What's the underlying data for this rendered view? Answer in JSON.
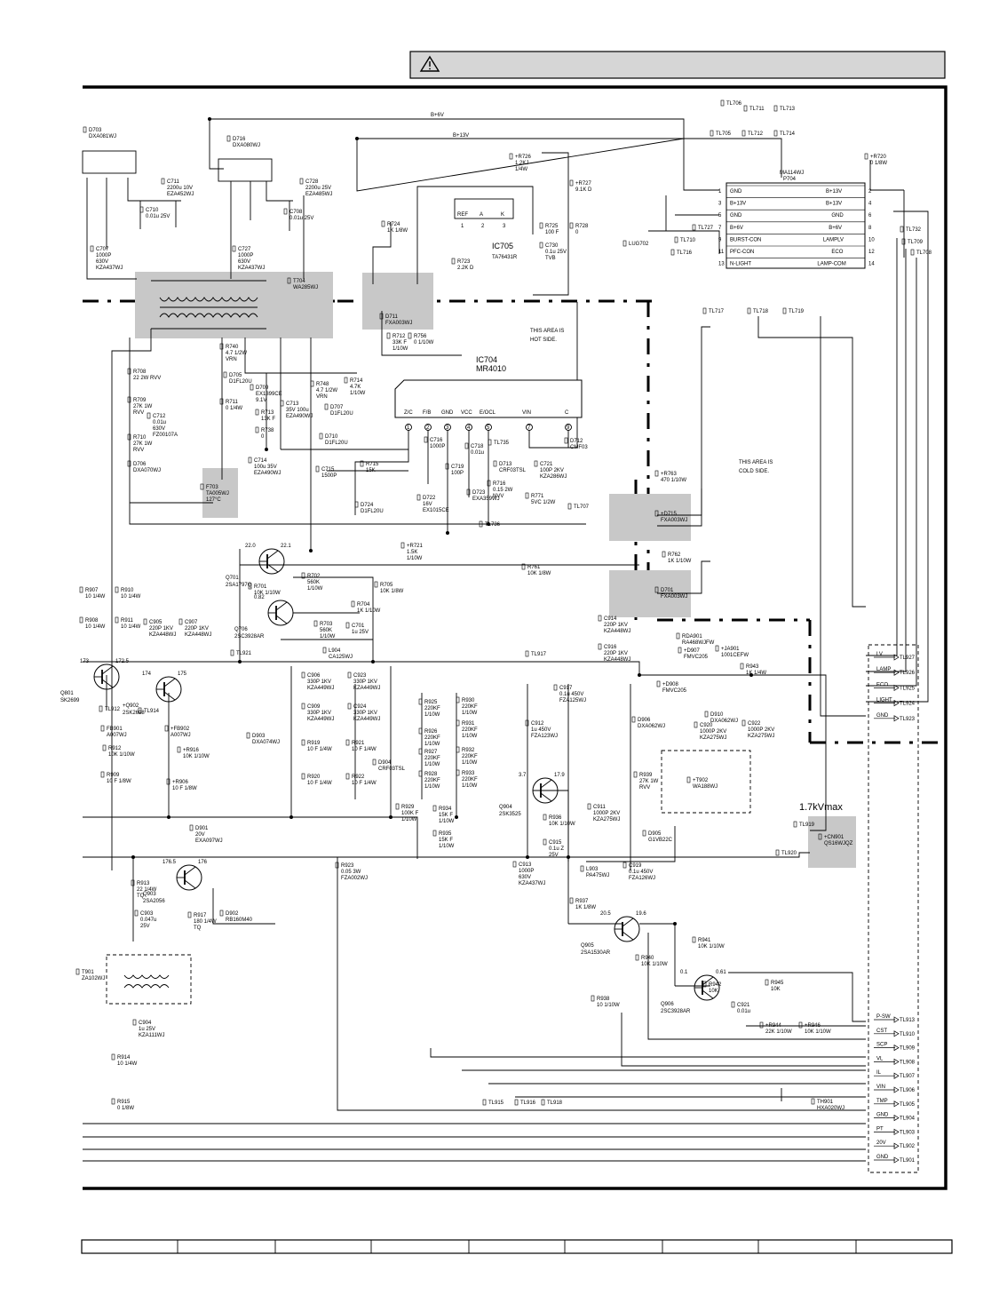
{
  "warning": {
    "icon": "warning-triangle-icon",
    "text": ""
  },
  "net_labels": [
    {
      "id": "b6v",
      "text": "B+6V"
    },
    {
      "id": "b13v",
      "text": "B+13V"
    }
  ],
  "ics": [
    {
      "id": "ic704",
      "ref": "IC704",
      "part": "MR4010",
      "pins": [
        {
          "n": "1",
          "name": "Z/C"
        },
        {
          "n": "2",
          "name": "F/B"
        },
        {
          "n": "3",
          "name": "GND"
        },
        {
          "n": "4",
          "name": "VCC"
        },
        {
          "n": "5",
          "name": "E/OCL"
        },
        {
          "n": "7",
          "name": "VIN"
        },
        {
          "n": "9",
          "name": "C"
        }
      ]
    },
    {
      "id": "ic705",
      "ref": "IC705",
      "part": "TA76431R",
      "pins": [
        {
          "n": "1",
          "name": "REF"
        },
        {
          "n": "2",
          "name": "A"
        },
        {
          "n": "3",
          "name": "K"
        }
      ]
    }
  ],
  "connector_p704": {
    "ref": "MA114WJ",
    "sub": "P704",
    "rows": [
      {
        "l": "1",
        "ln": "GND",
        "rn": "B+13V",
        "r": "2"
      },
      {
        "l": "3",
        "ln": "B+13V",
        "rn": "B+13V",
        "r": "4"
      },
      {
        "l": "5",
        "ln": "GND",
        "rn": "GND",
        "r": "6"
      },
      {
        "l": "7",
        "ln": "B+6V",
        "rn": "B+6V",
        "r": "8"
      },
      {
        "l": "9",
        "ln": "BURST-CON",
        "rn": "LAMPLV",
        "r": "10"
      },
      {
        "l": "11",
        "ln": "PFC-CON",
        "rn": "ECO",
        "r": "12"
      },
      {
        "l": "13",
        "ln": "N-LIGHT",
        "rn": "LAMP-COM",
        "r": "14"
      }
    ]
  },
  "area_notes": [
    {
      "id": "hot",
      "lines": [
        "THIS AREA IS",
        "HOT SIDE."
      ]
    },
    {
      "id": "cold",
      "lines": [
        "THIS AREA IS",
        "COLD SIDE."
      ]
    }
  ],
  "voltage_note": "1.7kVmax",
  "right_terminals_top": [
    {
      "sig": "LV",
      "tl": "TL927"
    },
    {
      "sig": "LAMP",
      "tl": "TL926"
    },
    {
      "sig": "ECO",
      "tl": "TL925"
    },
    {
      "sig": "LIGHT",
      "tl": "TL924"
    },
    {
      "sig": "GND",
      "tl": "TL923"
    }
  ],
  "right_terminals_bottom": [
    {
      "sig": "P-SW",
      "tl": "TL913"
    },
    {
      "sig": "CST",
      "tl": "TL910"
    },
    {
      "sig": "SCP",
      "tl": "TL909"
    },
    {
      "sig": "VL",
      "tl": "TL908"
    },
    {
      "sig": "IL",
      "tl": "TL907"
    },
    {
      "sig": "VIN",
      "tl": "TL906"
    },
    {
      "sig": "TMP",
      "tl": "TL905"
    },
    {
      "sig": "GND",
      "tl": "TL904"
    },
    {
      "sig": "PT",
      "tl": "TL903"
    },
    {
      "sig": "20V",
      "tl": "TL902"
    },
    {
      "sig": "GND",
      "tl": "TL901"
    }
  ],
  "transistors": [
    {
      "id": "q701",
      "ref": "Q701",
      "part": "2SA1797Q",
      "v1": "22.0",
      "v2": "22.1"
    },
    {
      "id": "q706",
      "ref": "Q706",
      "part": "2SC3928AR",
      "v1": "0.82"
    },
    {
      "id": "q801",
      "ref": "Q801",
      "part": "SK2699",
      "v1": "173",
      "v2": "172.5"
    },
    {
      "id": "q902",
      "ref": "+Q902",
      "part": "2SK2698",
      "v1": "174",
      "v2": "175"
    },
    {
      "id": "q903",
      "ref": "Q903",
      "part": "2SA2056",
      "v1": "176.5",
      "v2": "176"
    },
    {
      "id": "q904",
      "ref": "Q904",
      "part": "2SK3525",
      "v1": "3.7",
      "v2": "17.9"
    },
    {
      "id": "q905",
      "ref": "Q905",
      "part": "2SA1530AR",
      "v1": "20.5",
      "v2": "19.6"
    },
    {
      "id": "q906",
      "ref": "Q906",
      "part": "2SC3928AR",
      "v1": "0.1",
      "v2": "0.61"
    }
  ],
  "components": [
    {
      "id": "d703",
      "t": "D703",
      "v": "DXA081WJ"
    },
    {
      "id": "d716",
      "t": "D716",
      "v": "DXA080WJ"
    },
    {
      "id": "c711",
      "t": "C711",
      "v": "2200u 10V EZA452WJ"
    },
    {
      "id": "c710",
      "t": "C710",
      "v": "0.01u 25V"
    },
    {
      "id": "c707",
      "t": "C707",
      "v": "1000P 630V KZA437WJ"
    },
    {
      "id": "c727",
      "t": "C727",
      "v": "1000P 630V KZA437WJ"
    },
    {
      "id": "c728",
      "t": "C728",
      "v": "2200u 25V EZA485WJ"
    },
    {
      "id": "c708",
      "t": "C708",
      "v": "0.01u 25V"
    },
    {
      "id": "t704",
      "t": "T704",
      "v": "WA285WJ"
    },
    {
      "id": "r724",
      "t": "R724",
      "v": "1K 1/8W"
    },
    {
      "id": "r726",
      "t": "+R726",
      "v": "1.2KJ 1/4W"
    },
    {
      "id": "r727",
      "t": "+R727",
      "v": "9.1K D"
    },
    {
      "id": "r728",
      "t": "R728",
      "v": "0"
    },
    {
      "id": "r725",
      "t": "R725",
      "v": "100 F"
    },
    {
      "id": "c730",
      "t": "C730",
      "v": "0.1u 25V TVB"
    },
    {
      "id": "r723",
      "t": "R723",
      "v": "2.2K D"
    },
    {
      "id": "d711",
      "t": "D711",
      "v": "FXA003WJ"
    },
    {
      "id": "r712",
      "t": "R712",
      "v": "33K F 1/10W"
    },
    {
      "id": "r756",
      "t": "R756",
      "v": "0 1/10W"
    },
    {
      "id": "r720",
      "t": "+R720",
      "v": "0 1/8W"
    },
    {
      "id": "r740",
      "t": "R740",
      "v": "4.7 1/2W VRN"
    },
    {
      "id": "r708",
      "t": "R708",
      "v": "22 2W RVV"
    },
    {
      "id": "r709",
      "t": "R709",
      "v": "27K 1W RVV"
    },
    {
      "id": "c712",
      "t": "C712",
      "v": "0.01u 630V FZ00107A"
    },
    {
      "id": "r710",
      "t": "R710",
      "v": "27K 1W RVV"
    },
    {
      "id": "d706",
      "t": "D706",
      "v": "DXA070WJ"
    },
    {
      "id": "d705",
      "t": "D705",
      "v": "D1FL20U"
    },
    {
      "id": "r711",
      "t": "R711",
      "v": "0 1/4W"
    },
    {
      "id": "d709",
      "t": "D709",
      "v": "EX1399CE 9.1V"
    },
    {
      "id": "r713",
      "t": "R713",
      "v": "13K F"
    },
    {
      "id": "c713",
      "t": "C713",
      "v": "35V 100u EZA490WJ"
    },
    {
      "id": "r738",
      "t": "R738",
      "v": "0"
    },
    {
      "id": "r748",
      "t": "R748",
      "v": "4.7 1/2W VRN"
    },
    {
      "id": "r714",
      "t": "R714",
      "v": "4.7K 1/10W"
    },
    {
      "id": "d707",
      "t": "D707",
      "v": "D1FL20U"
    },
    {
      "id": "d710",
      "t": "D710",
      "v": "D1FL20U"
    },
    {
      "id": "c714",
      "t": "C714",
      "v": "100u 35V EZA490WJ"
    },
    {
      "id": "f703",
      "t": "F703",
      "v": "TA005WJ 127°C"
    },
    {
      "id": "c715",
      "t": "C715",
      "v": "1500P"
    },
    {
      "id": "r715",
      "t": "R715",
      "v": "15K"
    },
    {
      "id": "c716",
      "t": "C716",
      "v": "1000P"
    },
    {
      "id": "c719",
      "t": "C719",
      "v": "100P"
    },
    {
      "id": "c718",
      "t": "C718",
      "v": "0.01u"
    },
    {
      "id": "tl735",
      "t": "TL735",
      "v": ""
    },
    {
      "id": "d713",
      "t": "D713",
      "v": "CRF03TSL"
    },
    {
      "id": "r716",
      "t": "R716",
      "v": "0.15 2W NVV"
    },
    {
      "id": "c721",
      "t": "C721",
      "v": "100P 2KV KZA286WJ"
    },
    {
      "id": "d712",
      "t": "D712",
      "v": "CMF03"
    },
    {
      "id": "r771",
      "t": "R771",
      "v": "5VC 1/2W"
    },
    {
      "id": "d724",
      "t": "D724",
      "v": "D1FL20U"
    },
    {
      "id": "d722",
      "t": "D722",
      "v": "16V EX1015CE"
    },
    {
      "id": "d723",
      "t": "D723",
      "v": "EXA359WJ"
    },
    {
      "id": "r721",
      "t": "+R721",
      "v": "1.5K 1/10W"
    },
    {
      "id": "r761",
      "t": "R761",
      "v": "10K 1/8W"
    },
    {
      "id": "r763",
      "t": "+R763",
      "v": "470 1/10W"
    },
    {
      "id": "d715",
      "t": "+D715",
      "v": "FXA003WJ"
    },
    {
      "id": "r762",
      "t": "R762",
      "v": "1K 1/10W"
    },
    {
      "id": "d701",
      "t": "D701",
      "v": "FXA003WJ"
    },
    {
      "id": "r702",
      "t": "R702",
      "v": "560K 1/10W"
    },
    {
      "id": "r701",
      "t": "R701",
      "v": "10K 1/10W"
    },
    {
      "id": "r705",
      "t": "R705",
      "v": "10K 1/8W"
    },
    {
      "id": "r704",
      "t": "R704",
      "v": "1K 1/10W"
    },
    {
      "id": "r703",
      "t": "R703",
      "v": "560K 1/10W"
    },
    {
      "id": "c701",
      "t": "C701",
      "v": "1u 25V"
    },
    {
      "id": "r907",
      "t": "R907",
      "v": "10 1/4W"
    },
    {
      "id": "r910",
      "t": "R910",
      "v": "10 1/4W"
    },
    {
      "id": "r908",
      "t": "R908",
      "v": "10 1/4W"
    },
    {
      "id": "r911",
      "t": "R911",
      "v": "10 1/4W"
    },
    {
      "id": "c905",
      "t": "C905",
      "v": "220P 1KV KZA448WJ"
    },
    {
      "id": "c907",
      "t": "C907",
      "v": "220P 1KV KZA448WJ"
    },
    {
      "id": "c914",
      "t": "C914",
      "v": "220P 1KV KZA448WJ"
    },
    {
      "id": "c916",
      "t": "C916",
      "v": "220P 1KV KZA448WJ"
    },
    {
      "id": "l904",
      "t": "L904",
      "v": "CA125WJ"
    },
    {
      "id": "tl921",
      "t": "TL921",
      "v": ""
    },
    {
      "id": "tl917",
      "t": "TL917",
      "v": ""
    },
    {
      "id": "rda901",
      "t": "RDA901",
      "v": "RA468WJFW"
    },
    {
      "id": "d907",
      "t": "+D907",
      "v": "FMVC205"
    },
    {
      "id": "ja901",
      "t": "+JA901",
      "v": "1001CEFW"
    },
    {
      "id": "d908",
      "t": "+D908",
      "v": "FMVC205"
    },
    {
      "id": "r943",
      "t": "R943",
      "v": "1K 1/4W"
    },
    {
      "id": "c906",
      "t": "C906",
      "v": "330P 1KV KZA449WJ"
    },
    {
      "id": "c923",
      "t": "C923",
      "v": "330P 1KV KZA449WJ"
    },
    {
      "id": "c909",
      "t": "C909",
      "v": "330P 1KV KZA449WJ"
    },
    {
      "id": "c924",
      "t": "C924",
      "v": "330P 1KV KZA449WJ"
    },
    {
      "id": "r919",
      "t": "R919",
      "v": "10 F 1/4W"
    },
    {
      "id": "r921",
      "t": "R921",
      "v": "10 F 1/4W"
    },
    {
      "id": "r920",
      "t": "R920",
      "v": "10 F 1/4W"
    },
    {
      "id": "r922",
      "t": "R922",
      "v": "10 F 1/4W"
    },
    {
      "id": "d903",
      "t": "D903",
      "v": "DXA074WJ"
    },
    {
      "id": "d904",
      "t": "D904",
      "v": "CRF03TSL"
    },
    {
      "id": "r925",
      "t": "R925",
      "v": "220KF 1/10W"
    },
    {
      "id": "r926",
      "t": "R926",
      "v": "220KF 1/10W"
    },
    {
      "id": "r927",
      "t": "R927",
      "v": "220KF 1/10W"
    },
    {
      "id": "r928",
      "t": "R928",
      "v": "220KF 1/10W"
    },
    {
      "id": "r929",
      "t": "R929",
      "v": "100K F 1/10W"
    },
    {
      "id": "r930",
      "t": "R930",
      "v": "220KF 1/10W"
    },
    {
      "id": "r931",
      "t": "R931",
      "v": "220KF 1/10W"
    },
    {
      "id": "r932",
      "t": "R932",
      "v": "220KF 1/10W"
    },
    {
      "id": "r933",
      "t": "R933",
      "v": "220KF 1/10W"
    },
    {
      "id": "r934",
      "t": "R934",
      "v": "15K F 1/10W"
    },
    {
      "id": "r935",
      "t": "R935",
      "v": "15K F 1/10W"
    },
    {
      "id": "c917",
      "t": "C917",
      "v": "0.1u 450V FZA125WJ"
    },
    {
      "id": "c912",
      "t": "C912",
      "v": "1u 450V FZA123WJ"
    },
    {
      "id": "d906",
      "t": "D906",
      "v": "DXA062WJ"
    },
    {
      "id": "d910",
      "t": "D910",
      "v": "DXA062WJ"
    },
    {
      "id": "c920",
      "t": "C920",
      "v": "1000P 2KV KZA275WJ"
    },
    {
      "id": "c922",
      "t": "C922",
      "v": "1000P 2KV KZA275WJ"
    },
    {
      "id": "t902",
      "t": "+T902",
      "v": "WA188WJ"
    },
    {
      "id": "r939",
      "t": "R939",
      "v": "27K 1W RVV"
    },
    {
      "id": "d905",
      "t": "D905",
      "v": "G1VB22C"
    },
    {
      "id": "tl919",
      "t": "TL919",
      "v": ""
    },
    {
      "id": "cn901",
      "t": "+CN901",
      "v": "QS16WJQZ"
    },
    {
      "id": "tl920",
      "t": "TL920",
      "v": ""
    },
    {
      "id": "c911",
      "t": "C911",
      "v": "1000P 2KV KZA275WJ"
    },
    {
      "id": "r936",
      "t": "R936",
      "v": "10K 1/10W"
    },
    {
      "id": "c915",
      "t": "C915",
      "v": "0.1u Z 25V"
    },
    {
      "id": "c913",
      "t": "C913",
      "v": "1000P 630V KZA437WJ"
    },
    {
      "id": "l903",
      "t": "L903",
      "v": "PA475WJ"
    },
    {
      "id": "c919",
      "t": "C919",
      "v": "0.1u 450V FZA126WJ"
    },
    {
      "id": "r923",
      "t": "R923",
      "v": "0.05 3W FZA002WJ"
    },
    {
      "id": "r912",
      "t": "R912",
      "v": "10K 1/10W"
    },
    {
      "id": "fb901",
      "t": "FB901",
      "v": "A007WJ"
    },
    {
      "id": "fb902",
      "t": "+FB902",
      "v": "A007WJ"
    },
    {
      "id": "r916",
      "t": "+R916",
      "v": "10K 1/10W"
    },
    {
      "id": "r909",
      "t": "R909",
      "v": "10 F 1/8W"
    },
    {
      "id": "r906",
      "t": "+R906",
      "v": "10 F 1/8W"
    },
    {
      "id": "tl912",
      "t": "TL912",
      "v": ""
    },
    {
      "id": "tl914",
      "t": "TL914",
      "v": ""
    },
    {
      "id": "d901",
      "t": "D901",
      "v": "20V EXA097WJ"
    },
    {
      "id": "r913",
      "t": "R913",
      "v": "22 1/4W TQ"
    },
    {
      "id": "c903",
      "t": "C903",
      "v": "0.047u 25V"
    },
    {
      "id": "r917",
      "t": "R917",
      "v": "180 1/4W TQ"
    },
    {
      "id": "d902",
      "t": "D902",
      "v": "RB160M40"
    },
    {
      "id": "t901",
      "t": "T901",
      "v": "ZA102WJ"
    },
    {
      "id": "c904",
      "t": "C904",
      "v": "1u 25V KZA111WJ"
    },
    {
      "id": "r914",
      "t": "R914",
      "v": "10 1/4W"
    },
    {
      "id": "r915",
      "t": "R915",
      "v": "0 1/8W"
    },
    {
      "id": "r937",
      "t": "R937",
      "v": "1K 1/8W"
    },
    {
      "id": "r941",
      "t": "R941",
      "v": "10K 1/10W"
    },
    {
      "id": "r940",
      "t": "R940",
      "v": "10K 1/10W"
    },
    {
      "id": "r945",
      "t": "R945",
      "v": "10K"
    },
    {
      "id": "r942",
      "t": "R942",
      "v": "10K"
    },
    {
      "id": "c921",
      "t": "C921",
      "v": "0.01u"
    },
    {
      "id": "r938",
      "t": "R938",
      "v": "10 1/10W"
    },
    {
      "id": "r944",
      "t": "+R944",
      "v": "22K 1/10W"
    },
    {
      "id": "r946",
      "t": "+R946",
      "v": "10K 1/10W"
    },
    {
      "id": "th901",
      "t": "TH901",
      "v": "HXA020WJ"
    },
    {
      "id": "tl915",
      "t": "TL915",
      "v": ""
    },
    {
      "id": "tl916",
      "t": "TL916",
      "v": ""
    },
    {
      "id": "tl918",
      "t": "TL918",
      "v": ""
    },
    {
      "id": "tl706",
      "t": "TL706",
      "v": ""
    },
    {
      "id": "tl711",
      "t": "TL711",
      "v": ""
    },
    {
      "id": "tl713",
      "t": "TL713",
      "v": ""
    },
    {
      "id": "tl705",
      "t": "TL705",
      "v": ""
    },
    {
      "id": "tl712",
      "t": "TL712",
      "v": ""
    },
    {
      "id": "tl714",
      "t": "TL714",
      "v": ""
    },
    {
      "id": "tl727",
      "t": "TL727",
      "v": ""
    },
    {
      "id": "tl710",
      "t": "TL710",
      "v": ""
    },
    {
      "id": "tl716",
      "t": "TL716",
      "v": ""
    },
    {
      "id": "tl732",
      "t": "TL732",
      "v": ""
    },
    {
      "id": "tl709",
      "t": "TL709",
      "v": ""
    },
    {
      "id": "tl708",
      "t": "TL708",
      "v": ""
    },
    {
      "id": "lug702",
      "t": "LUG702",
      "v": ""
    },
    {
      "id": "tl717",
      "t": "TL717",
      "v": ""
    },
    {
      "id": "tl718",
      "t": "TL718",
      "v": ""
    },
    {
      "id": "tl719",
      "t": "TL719",
      "v": ""
    },
    {
      "id": "tl707",
      "t": "TL707",
      "v": ""
    },
    {
      "id": "tl736",
      "t": "TL736",
      "v": ""
    }
  ]
}
